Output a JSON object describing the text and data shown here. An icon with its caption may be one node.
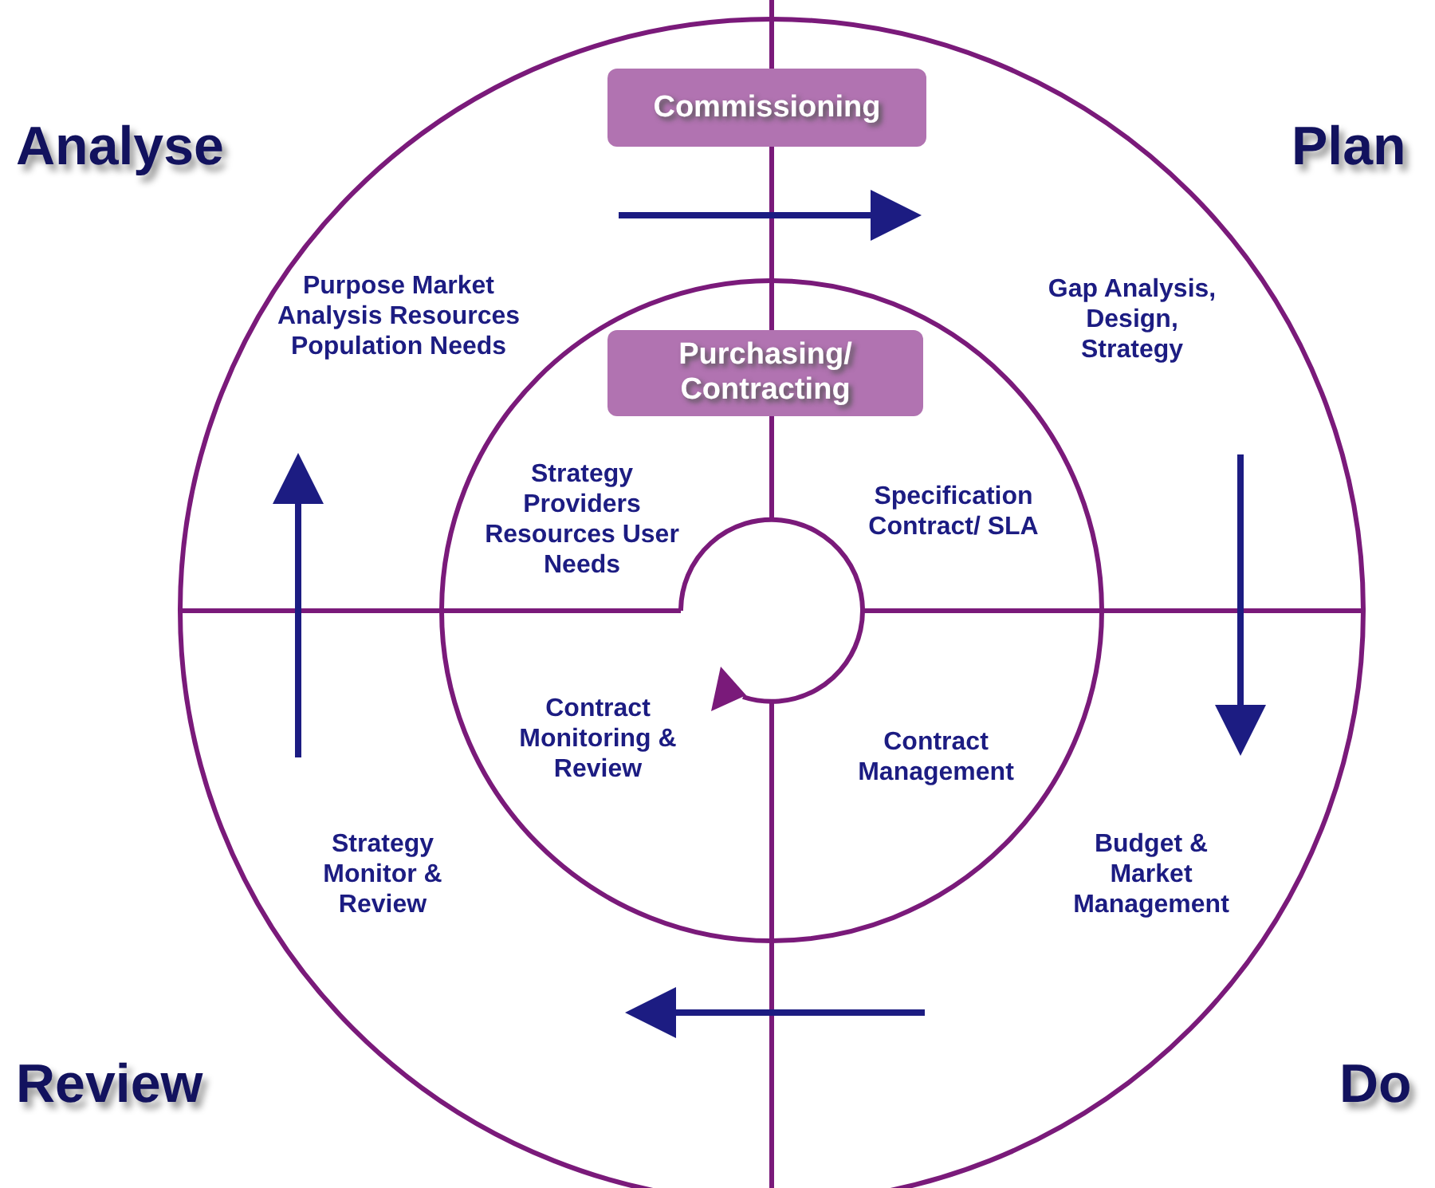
{
  "diagram": {
    "nodes": [
      {
        "text": [
          "Commissioning"
        ]
      },
      {
        "text": [
          "Purchasing/ Contracting"
        ]
      }
    ],
    "labels": [
      "Analyse",
      "Plan",
      "Purpose Market Analysis Resources Population Needs",
      "Gap Analysis, Design, Strategy",
      "Strategy Providers Resources User Needs",
      "Specification Contract/ SLA",
      "Contract Monitoring & Review",
      "Contract Management",
      "Strategy Monitor & Review",
      "Budget & Market Management",
      "Review",
      "Do"
    ]
  }
}
